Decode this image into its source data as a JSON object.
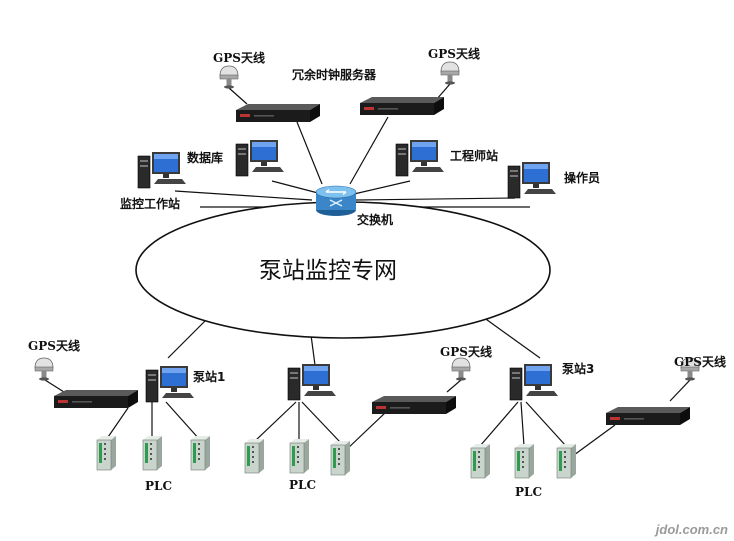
{
  "labels": {
    "gps": "GPS天线",
    "redundant_server": "冗余时钟服务器",
    "database": "数据库",
    "engineer_station": "工程师站",
    "operator": "操作员",
    "monitor_station": "监控工作站",
    "switch": "交换机",
    "network": "泵站监控专网",
    "pump1": "泵站1",
    "pump3": "泵站3",
    "plc": "PLC",
    "watermark": "jdol.com.cn"
  },
  "colors": {
    "server_body": "#1b1b1b",
    "monitor_screen": "#2e6fd4",
    "switch_body": "#3a86c8",
    "plc_body": "#c9d4cc",
    "plc_accent": "#2f9b4e",
    "line": "#111111"
  }
}
